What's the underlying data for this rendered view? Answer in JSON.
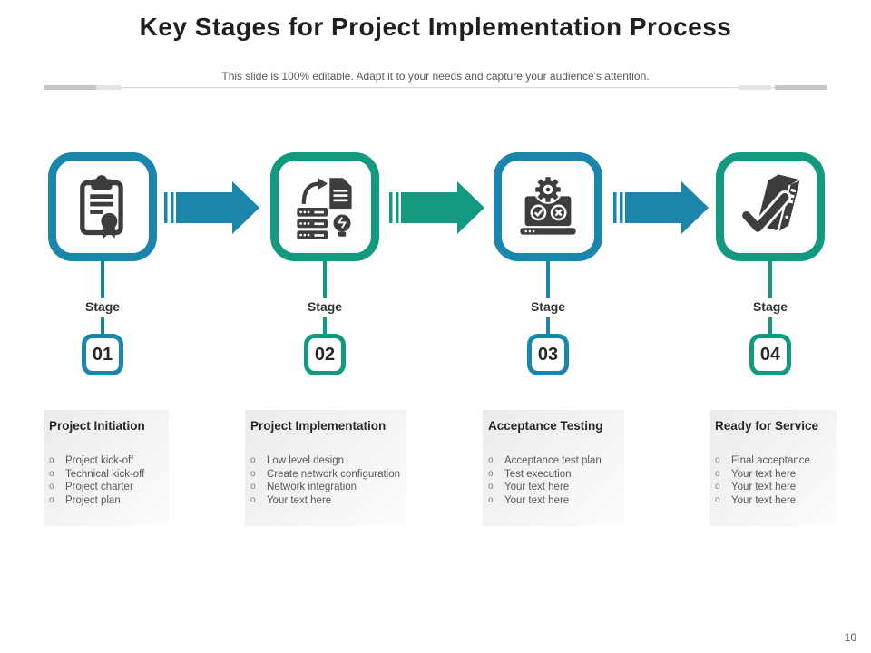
{
  "slide": {
    "title": "Key Stages for Project Implementation Process",
    "subtitle": "This slide is 100% editable. Adapt it to your needs and capture your audience's attention.",
    "page_number": "10",
    "bullet_char": "o"
  },
  "colors": {
    "blue": "#1b86ac",
    "green": "#12997f",
    "icon_dark": "#3d3d3d"
  },
  "stages": [
    {
      "label": "Stage",
      "number": "01",
      "accent": "#1b86ac",
      "icon": "clipboard-certificate-icon",
      "heading": "Project Initiation",
      "items": [
        "Project kick-off",
        "Technical kick-off",
        "Project charter",
        "Project plan"
      ]
    },
    {
      "label": "Stage",
      "number": "02",
      "accent": "#12997f",
      "icon": "server-document-idea-icon",
      "heading": "Project Implementation",
      "items": [
        "Low level design",
        "Create network configuration",
        "Network integration",
        "Your text here"
      ]
    },
    {
      "label": "Stage",
      "number": "03",
      "accent": "#1b86ac",
      "icon": "laptop-testing-icon",
      "heading": "Acceptance Testing",
      "items": [
        "Acceptance test plan",
        "Test execution",
        "Your text here",
        "Your text here"
      ]
    },
    {
      "label": "Stage",
      "number": "04",
      "accent": "#12997f",
      "icon": "server-checkmark-icon",
      "heading": "Ready for Service",
      "items": [
        "Final acceptance",
        "Your text here",
        "Your text here",
        "Your text here"
      ]
    }
  ],
  "arrows": [
    {
      "accent": "#1b86ac"
    },
    {
      "accent": "#12997f"
    },
    {
      "accent": "#1b86ac"
    }
  ]
}
